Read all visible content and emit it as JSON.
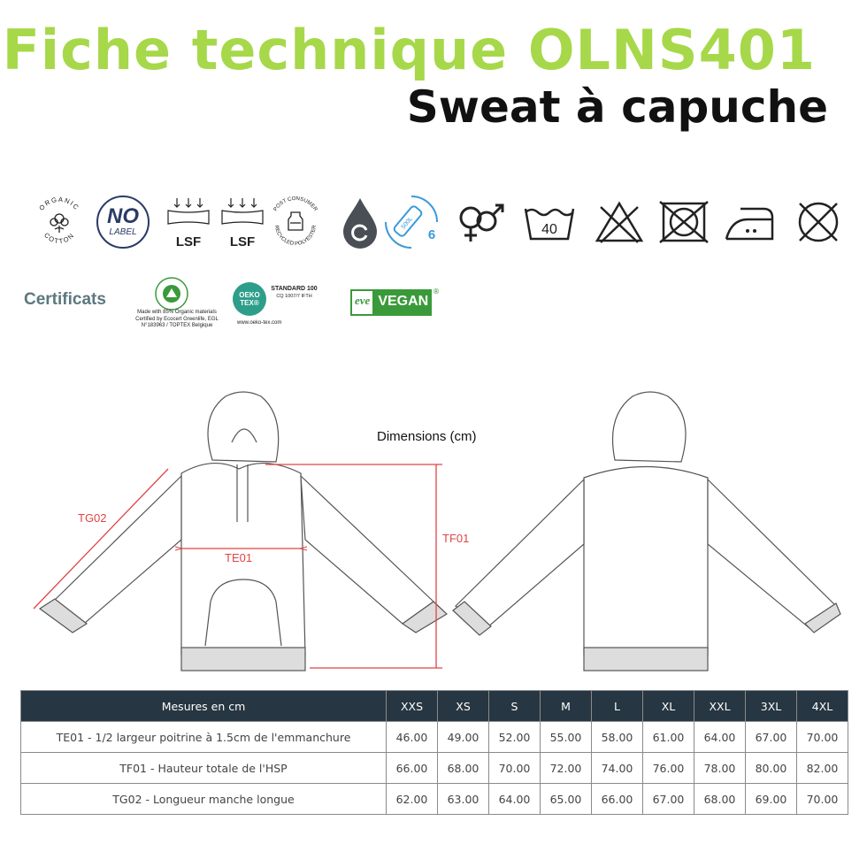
{
  "header": {
    "title": "Fiche technique OLNS401",
    "subtitle": "Sweat à capuche"
  },
  "icons": [
    {
      "name": "organic-cotton-icon",
      "text_top": "ORGANIC",
      "text_bottom": "COTTON"
    },
    {
      "name": "no-label-icon",
      "text_top": "NO",
      "text_bottom": "LABEL"
    },
    {
      "name": "lsf-icon-1",
      "text": "LSF"
    },
    {
      "name": "lsf-icon-2",
      "text": "LSF"
    },
    {
      "name": "recycled-polyester-icon",
      "text_top": "POST CONSUMER",
      "text_bottom": "RECYCLED POLYESTER"
    },
    {
      "name": "water-drop-icon"
    },
    {
      "name": "recycled-bottles-icon",
      "text": "6",
      "bottle": "500L"
    },
    {
      "name": "unisex-icon"
    },
    {
      "name": "wash-40-icon",
      "text": "40"
    },
    {
      "name": "no-bleach-icon"
    },
    {
      "name": "no-tumble-dry-icon"
    },
    {
      "name": "iron-low-icon"
    },
    {
      "name": "no-dry-clean-icon"
    }
  ],
  "certificates": {
    "label": "Certificats",
    "gots_text": "Made with 85% Organic materials Certified by Ecocert Greenlife, EGL N°183963 / TOPTEX Belgique",
    "oeko_logo_top": "OEKO",
    "oeko_logo_bottom": "TEX®",
    "oeko_text": "STANDARD 100",
    "oeko_code": "CQ 1007/7 IFTH",
    "oeko_url": "www.oeko-tex.com",
    "vegan_eve": "eve",
    "vegan": "VEGAN",
    "vegan_reg": "®"
  },
  "diagram": {
    "dims_label": "Dimensions (cm)",
    "tg02": "TG02",
    "te01": "TE01",
    "tf01": "TF01"
  },
  "colors": {
    "title_green": "#a6d84a",
    "measure_red": "#e04545",
    "table_header": "#263642"
  },
  "table": {
    "headers": [
      "Mesures en cm",
      "XXS",
      "XS",
      "S",
      "M",
      "L",
      "XL",
      "XXL",
      "3XL",
      "4XL"
    ],
    "rows": [
      [
        "TE01 - 1/2 largeur poitrine à 1.5cm de l'emmanchure",
        "46.00",
        "49.00",
        "52.00",
        "55.00",
        "58.00",
        "61.00",
        "64.00",
        "67.00",
        "70.00"
      ],
      [
        "TF01 - Hauteur totale de l'HSP",
        "66.00",
        "68.00",
        "70.00",
        "72.00",
        "74.00",
        "76.00",
        "78.00",
        "80.00",
        "82.00"
      ],
      [
        "TG02 - Longueur manche longue",
        "62.00",
        "63.00",
        "64.00",
        "65.00",
        "66.00",
        "67.00",
        "68.00",
        "69.00",
        "70.00"
      ]
    ]
  }
}
